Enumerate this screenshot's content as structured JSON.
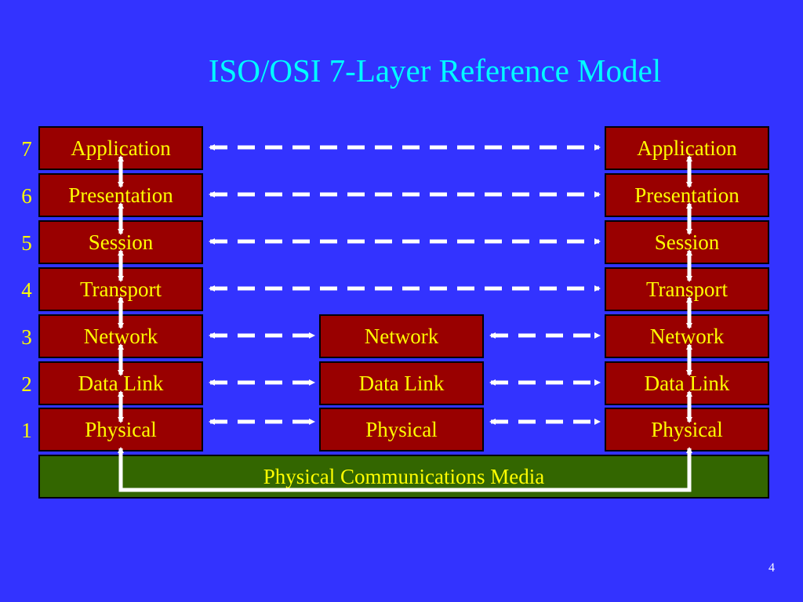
{
  "title": "ISO/OSI 7-Layer Reference Model",
  "layer_numbers": [
    "7",
    "6",
    "5",
    "4",
    "3",
    "2",
    "1"
  ],
  "left_stack": [
    "Application",
    "Presentation",
    "Session",
    "Transport",
    "Network",
    "Data Link",
    "Physical"
  ],
  "middle_stack": [
    "Network",
    "Data Link",
    "Physical"
  ],
  "right_stack": [
    "Application",
    "Presentation",
    "Session",
    "Transport",
    "Network",
    "Data Link",
    "Physical"
  ],
  "media_label": "Physical Communications Media",
  "page_number": "4",
  "colors": {
    "background": "#3333ff",
    "title": "#00ffff",
    "text": "#ffff00",
    "layer_box": "#990000",
    "media_box": "#336600",
    "arrow": "#ffffff"
  }
}
